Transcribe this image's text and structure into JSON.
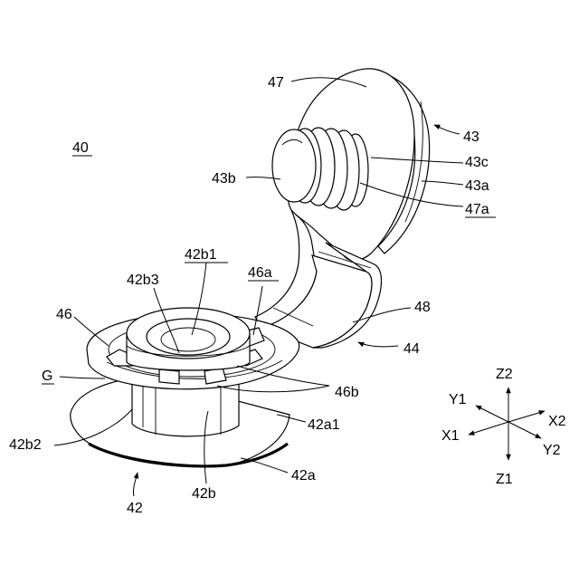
{
  "figure": {
    "labels": {
      "l40": "40",
      "l47": "47",
      "l43": "43",
      "l43c": "43c",
      "l43a": "43a",
      "l47a": "47a",
      "l43b": "43b",
      "l42b1": "42b1",
      "l42b3": "42b3",
      "l46a": "46a",
      "l48": "48",
      "l46": "46",
      "l44": "44",
      "lG": "G",
      "l46b": "46b",
      "l42a1": "42a1",
      "l42b2": "42b2",
      "l42a": "42a",
      "l42b": "42b",
      "l42": "42"
    },
    "axes": {
      "z2": "Z2",
      "z1": "Z1",
      "y1": "Y1",
      "y2": "Y2",
      "x1": "X1",
      "x2": "X2"
    }
  }
}
